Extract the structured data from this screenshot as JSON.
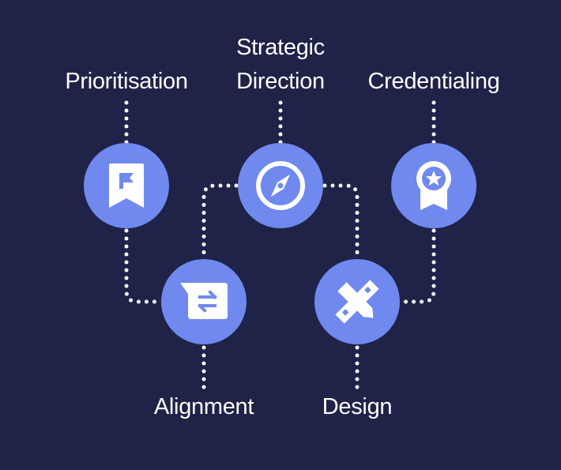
{
  "diagram": {
    "background": "#1f2347",
    "node_color": "#7089ee",
    "connector_color": "#ffffff",
    "nodes": [
      {
        "id": "prioritisation",
        "label": "Prioritisation",
        "label_lines": [
          "Prioritisation"
        ],
        "icon": "bookmark-flag-icon",
        "row": "top"
      },
      {
        "id": "strategic-direction",
        "label": "Strategic Direction",
        "label_lines": [
          "Strategic",
          "Direction"
        ],
        "icon": "compass-icon",
        "row": "top"
      },
      {
        "id": "credentialing",
        "label": "Credentialing",
        "label_lines": [
          "Credentialing"
        ],
        "icon": "award-badge-icon",
        "row": "top"
      },
      {
        "id": "alignment",
        "label": "Alignment",
        "label_lines": [
          "Alignment"
        ],
        "icon": "chat-swap-icon",
        "row": "bottom"
      },
      {
        "id": "design",
        "label": "Design",
        "label_lines": [
          "Design"
        ],
        "icon": "pencil-ruler-icon",
        "row": "bottom"
      }
    ],
    "connections": [
      {
        "from": "prioritisation",
        "to": "alignment",
        "style": "dotted"
      },
      {
        "from": "strategic-direction",
        "to": "alignment",
        "style": "dotted"
      },
      {
        "from": "strategic-direction",
        "to": "design",
        "style": "dotted"
      },
      {
        "from": "credentialing",
        "to": "design",
        "style": "dotted"
      }
    ]
  }
}
